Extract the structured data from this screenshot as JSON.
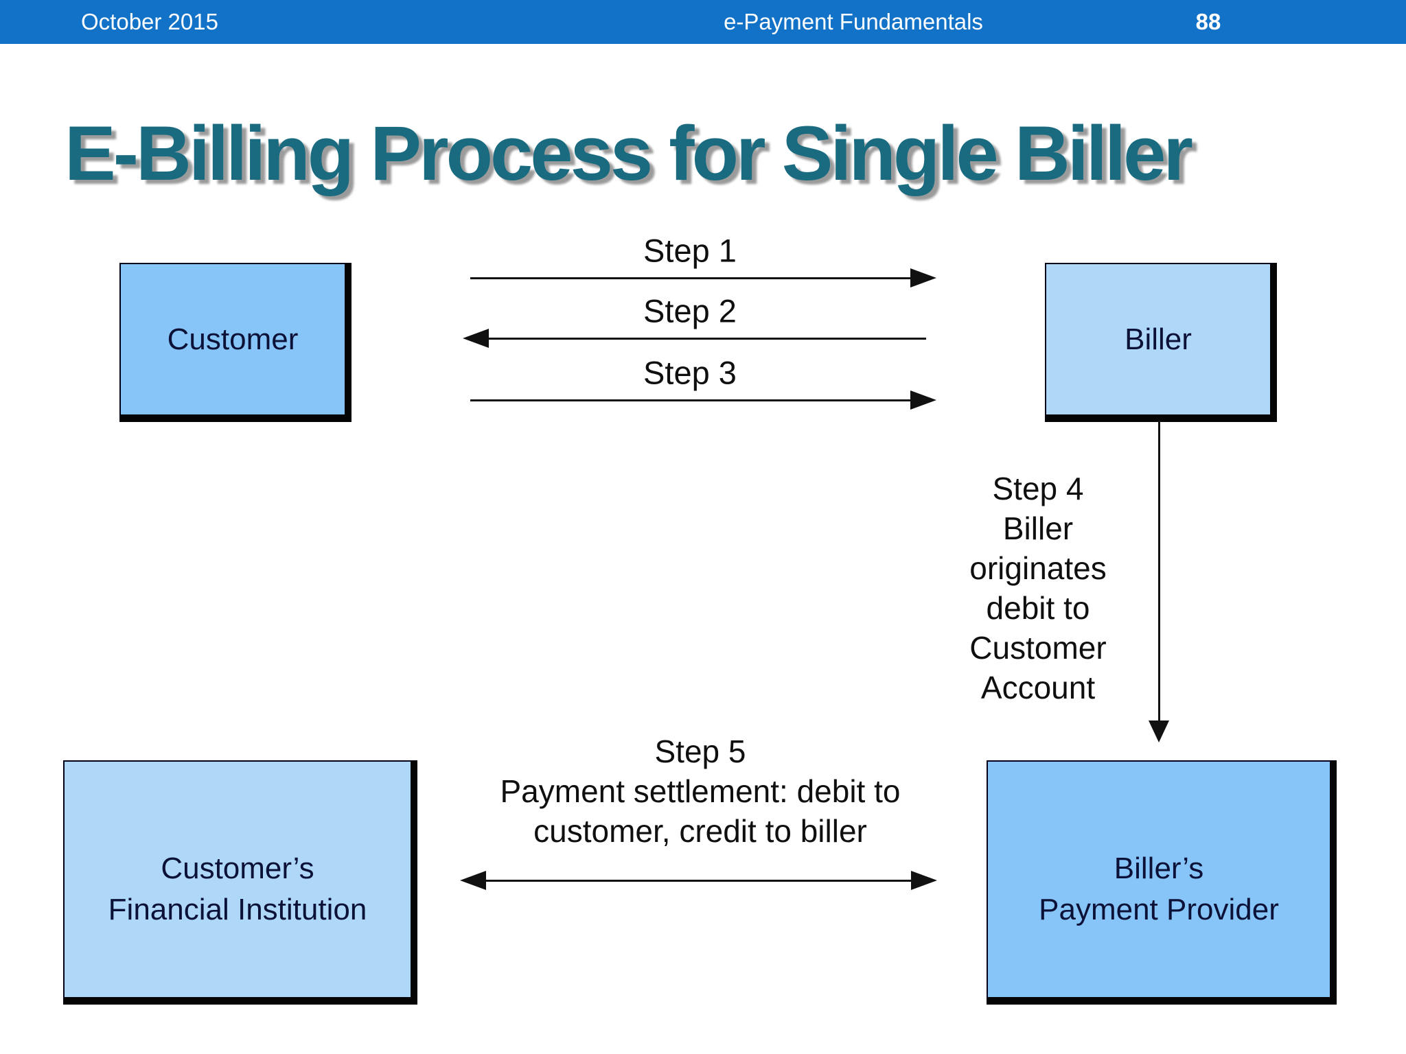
{
  "header": {
    "date": "October 2015",
    "title": "e-Payment Fundamentals",
    "page_number": "88"
  },
  "slide_title": "E-Billing Process for Single Biller",
  "colors": {
    "header_bg": "#1272c8",
    "slide_title": "#1a6b80",
    "box_fill_bright": "#87c4f7",
    "box_fill_light": "#aed7f8",
    "box_text": "#0c1237",
    "arrow": "#111111"
  },
  "boxes": {
    "customer": {
      "lines": [
        "Customer"
      ]
    },
    "biller": {
      "lines": [
        "Biller"
      ]
    },
    "customer_fi": {
      "lines": [
        "Customer’s",
        "Financial Institution"
      ]
    },
    "biller_pp": {
      "lines": [
        "Biller’s",
        "Payment Provider"
      ]
    }
  },
  "steps": {
    "step1": {
      "label": "Step 1",
      "direction": "right"
    },
    "step2": {
      "label": "Step 2",
      "direction": "left"
    },
    "step3": {
      "label": "Step 3",
      "direction": "right"
    },
    "step4": {
      "direction": "down",
      "lines": [
        "Step 4",
        "Biller",
        "originates",
        "debit to",
        "Customer",
        "Account"
      ]
    },
    "step5": {
      "direction": "both",
      "lines": [
        "Step 5",
        "Payment settlement: debit to",
        "customer, credit to biller"
      ]
    }
  }
}
